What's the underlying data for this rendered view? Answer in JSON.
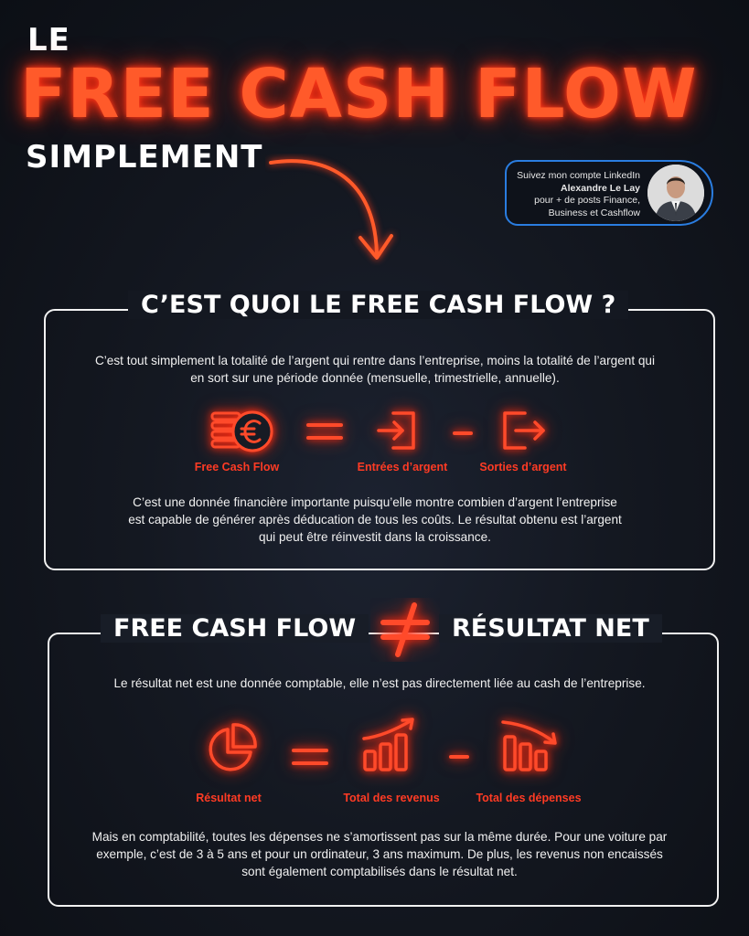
{
  "header": {
    "line1": "LE",
    "line2": "FREE CASH FLOW",
    "line3": "SIMPLEMENT"
  },
  "linkedin": {
    "line1": "Suivez mon compte LinkedIn",
    "name": "Alexandre Le Lay",
    "line3": "pour + de posts Finance,",
    "line4": "Business et Cashflow"
  },
  "section1": {
    "title": "C’EST QUOI LE FREE CASH FLOW ?",
    "intro": "C’est tout simplement la totalité de l’argent qui rentre dans l’entreprise, moins la totalité de l’argent qui en sort sur une période donnée (mensuelle, trimestrielle, annuelle).",
    "formula": {
      "left_label": "Free Cash Flow",
      "mid_label": "Entrées d’argent",
      "right_label": "Sorties d’argent",
      "icons": [
        "coins-euro-icon",
        "equals-icon",
        "enter-icon",
        "minus-icon",
        "exit-icon"
      ]
    },
    "outro": "C’est une donnée financière importante puisqu’elle montre combien d’argent l’entreprise est capable de générer après déducation de tous les coûts. Le résultat obtenu est l’argent qui peut être réinvestit dans la croissance."
  },
  "section2": {
    "title_left": "FREE CASH FLOW",
    "title_right": "RÉSULTAT NET",
    "intro": "Le résultat net est une donnée comptable, elle n’est pas directement liée au cash de l’entreprise.",
    "formula": {
      "left_label": "Résultat net",
      "mid_label": "Total des revenus",
      "right_label": "Total des dépenses",
      "icons": [
        "pie-chart-icon",
        "equals-icon",
        "growth-chart-icon",
        "minus-icon",
        "decline-chart-icon"
      ]
    },
    "outro": "Mais en comptabilité, toutes les dépenses ne s’amortissent pas sur la même durée. Pour une voiture par exemple, c’est de 3 à 5 ans et pour un ordinateur, 3 ans maximum. De plus, les revenus non encaissés sont également comptabilisés dans le résultat net."
  },
  "colors": {
    "neon": "#ff3b1a",
    "linkedin_border": "#2a7de0",
    "background": "#141821"
  }
}
